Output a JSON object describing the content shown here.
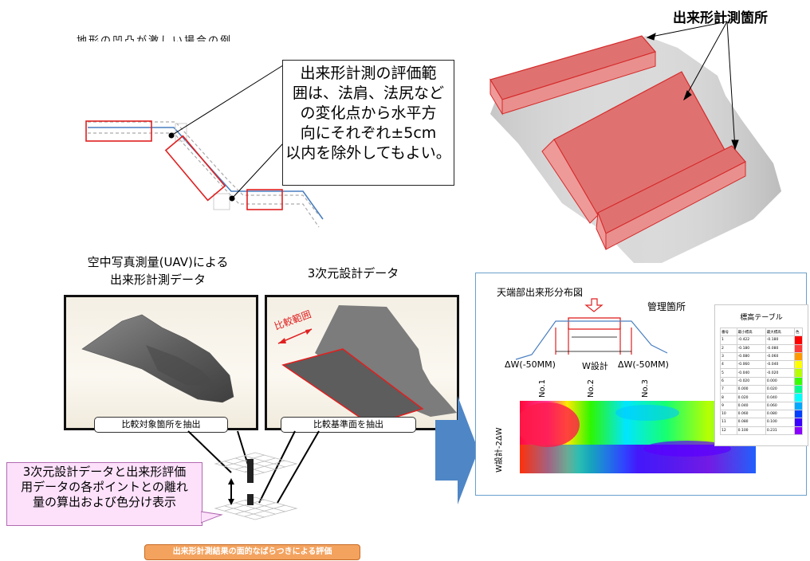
{
  "top_partial_text": "地形の凹凸が激しい場合の例",
  "measure_location_label": "出来形計測箇所",
  "callout": {
    "lines": [
      "出来形計測の評価範",
      "囲は、法肩、法尻など",
      "の変化点から水平方",
      "向にそれぞれ±5cm",
      "以内を除外してもよい。"
    ]
  },
  "left_panel": {
    "heading_line1": "空中写真測量(UAV)による",
    "heading_line2": "出来形計測データ",
    "caption": "比較対象箇所を抽出"
  },
  "mid_panel": {
    "heading": "3次元設計データ",
    "range_label": "比較範囲",
    "caption": "比較基準面を抽出"
  },
  "pink_box": {
    "lines": [
      "3次元設計データと出来形評価",
      "用データの各ポイントとの離れ",
      "量の算出および色分け表示"
    ]
  },
  "bottom_bar": "出来形計測結果の面的なばらつきによる評価",
  "distribution": {
    "title": "天端部出来形分布図",
    "management_label": "管理箇所",
    "dw_left": "ΔW(-50MM)",
    "w_design": "W設計",
    "dw_right": "ΔW(-50MM)",
    "no1": "No.1",
    "no2": "No.2",
    "no3": "No.3",
    "vertical_label": "W設計-2ΔW"
  },
  "legend": {
    "title": "標高テーブル",
    "headers": [
      "番号",
      "最小標高",
      "最大標高",
      "色"
    ],
    "rows": [
      {
        "no": "1",
        "min": "-0.422",
        "max": "-0.180",
        "color": "#ff0000"
      },
      {
        "no": "2",
        "min": "-0.180",
        "max": "-0.080",
        "color": "#ff3a3a"
      },
      {
        "no": "3",
        "min": "-0.080",
        "max": "-0.060",
        "color": "#ff9900"
      },
      {
        "no": "4",
        "min": "-0.060",
        "max": "-0.040",
        "color": "#ffff00"
      },
      {
        "no": "5",
        "min": "-0.040",
        "max": "-0.020",
        "color": "#b7ff00"
      },
      {
        "no": "6",
        "min": "-0.020",
        "max": "0.000",
        "color": "#37ff00"
      },
      {
        "no": "7",
        "min": "0.000",
        "max": "0.020",
        "color": "#00ff90"
      },
      {
        "no": "8",
        "min": "0.020",
        "max": "0.040",
        "color": "#00ffff"
      },
      {
        "no": "9",
        "min": "0.040",
        "max": "0.060",
        "color": "#00a8ff"
      },
      {
        "no": "10",
        "min": "0.060",
        "max": "0.080",
        "color": "#0040ff"
      },
      {
        "no": "11",
        "min": "0.080",
        "max": "0.100",
        "color": "#3a00ff"
      },
      {
        "no": "12",
        "min": "0.100",
        "max": "0.231",
        "color": "#8a00ff"
      }
    ]
  },
  "colors": {
    "outline_red": "#e02020",
    "blue_arrow": "#4f86c6",
    "pink_bg": "#fde1fb",
    "orange_bar": "#f4a35f",
    "frame_blue": "#6aa0cc"
  }
}
